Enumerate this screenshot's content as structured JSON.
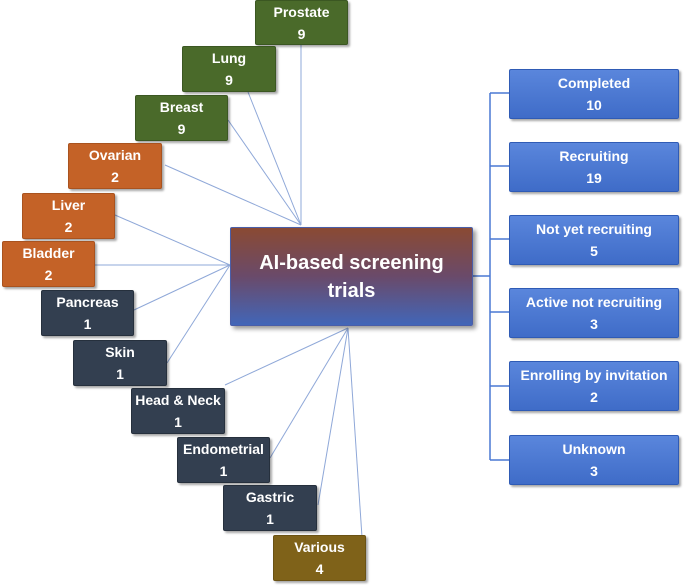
{
  "center": {
    "line1": "AI-based screening",
    "line2": "trials"
  },
  "cancer_types": [
    {
      "name": "Prostate",
      "count": "9"
    },
    {
      "name": "Lung",
      "count": "9"
    },
    {
      "name": "Breast",
      "count": "9"
    },
    {
      "name": "Ovarian",
      "count": "2"
    },
    {
      "name": "Liver",
      "count": "2"
    },
    {
      "name": "Bladder",
      "count": "2"
    },
    {
      "name": "Pancreas",
      "count": "1"
    },
    {
      "name": "Skin",
      "count": "1"
    },
    {
      "name": "Head & Neck",
      "count": "1"
    },
    {
      "name": "Endometrial",
      "count": "1"
    },
    {
      "name": "Gastric",
      "count": "1"
    },
    {
      "name": "Various",
      "count": "4"
    }
  ],
  "statuses": [
    {
      "name": "Completed",
      "count": "10"
    },
    {
      "name": "Recruiting",
      "count": "19"
    },
    {
      "name": "Not yet recruiting",
      "count": "5"
    },
    {
      "name": "Active not recruiting",
      "count": "3"
    },
    {
      "name": "Enrolling by invitation",
      "count": "2"
    },
    {
      "name": "Unknown",
      "count": "3"
    }
  ],
  "colors": {
    "green": "#4a6a2a",
    "orange": "#c46227",
    "slate": "#333f50",
    "olive": "#7f6219",
    "blue": "#4a78d4",
    "connector": "#8fa8d8"
  }
}
